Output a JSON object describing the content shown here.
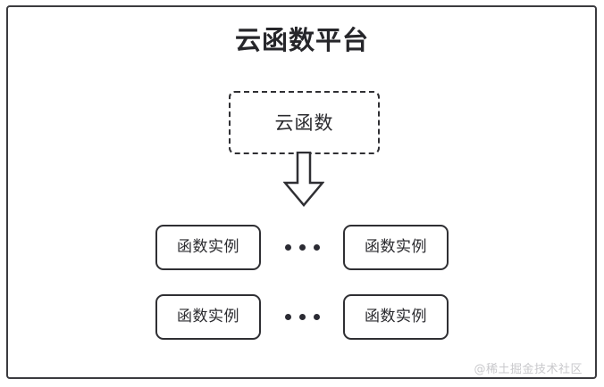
{
  "diagram": {
    "type": "architecture-block-diagram",
    "frame": {
      "name": "platform-frame",
      "title": "云函数平台"
    },
    "cloud_function": {
      "label": "云函数",
      "border_style": "dashed"
    },
    "arrow": {
      "name": "down-arrow",
      "direction": "down",
      "style": "hollow-block"
    },
    "instance_rows": [
      {
        "left_instance": "函数实例",
        "ellipsis": "•••",
        "right_instance": "函数实例"
      },
      {
        "left_instance": "函数实例",
        "ellipsis": "•••",
        "right_instance": "函数实例"
      }
    ],
    "watermark": "@稀土掘金技术社区",
    "colors": {
      "stroke": "#2f2f33",
      "text": "#2b2b2f",
      "title": "#26262a",
      "background": "#ffffff",
      "watermark": "#c9c9cc"
    }
  }
}
